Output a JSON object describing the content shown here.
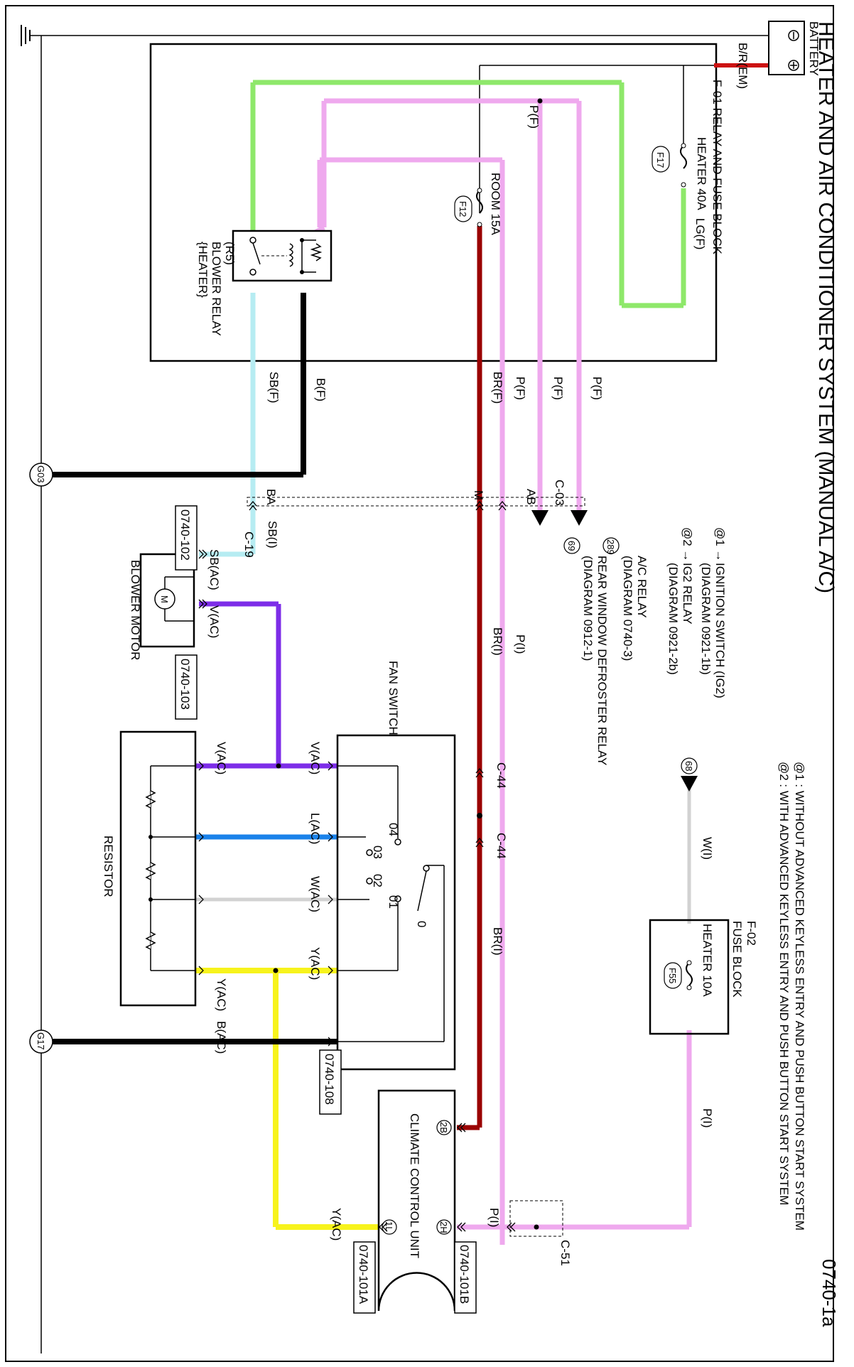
{
  "title": "HEATER AND AIR CONDITIONER SYSTEM (MANUAL A/C)",
  "page_number": "0740-1a",
  "notes": {
    "note1": "@1 : WITHOUT ADVANCED KEYLESS ENTRY AND PUSH BUTTON START SYSTEM",
    "note2": "@2 : WITH ADVANCED KEYLESS ENTRY AND PUSH BUTTON START SYSTEM"
  },
  "components": {
    "battery": "BATTERY",
    "relay_fuse_block": "F-01 RELAY AND FUSE BLOCK",
    "fuse_heater40": "HEATER 40A",
    "fuse_f17": "F17",
    "fuse_room15": "ROOM 15A",
    "fuse_f12": "F12",
    "blower_relay_id": "(R5)",
    "blower_relay": "BLOWER RELAY",
    "blower_relay_sub": "{HEATER}",
    "fuse_block_f02_id": "F-02",
    "fuse_block_f02": "FUSE BLOCK",
    "fuse_heater10": "HEATER 10A",
    "fuse_f55": "F55",
    "blower_motor": "BLOWER MOTOR",
    "motor_symbol": "M",
    "fan_switch": "FAN SWITCH",
    "resistor": "RESISTOR",
    "climate_control_unit": "CLIMATE CONTROL UNIT",
    "ground_g03": "G03",
    "ground_g17": "G17"
  },
  "references": {
    "ref1_prefix": "@1 →",
    "ref1_line1": "IGNITION SWITCH (IG2)",
    "ref1_line2": "(DIAGRAM 0921-1b)",
    "ref2_prefix": "@2 →",
    "ref2_line1": "IG2 RELAY",
    "ref2_line2": "(DIAGRAM 0921-2b)",
    "ac_relay_num": "289",
    "ac_relay": "A/C RELAY",
    "ac_relay_diag": "(DIAGRAM 0740-3)",
    "defroster_num": "69",
    "defroster": "REAR WINDOW DEFROSTER RELAY",
    "defroster_diag": "(DIAGRAM 0912-1)",
    "ref68_num": "68"
  },
  "connectors": {
    "c03": "C-03",
    "c03_ab": "AB",
    "c03_m": "M",
    "c03_ba": "BA",
    "c19": "C-19",
    "c44a": "C-44",
    "c44b": "C-44",
    "c51": "C-51",
    "conn_102": "0740-102",
    "conn_103": "0740-103",
    "conn_108": "0740-108",
    "conn_101a": "0740-101A",
    "conn_101b": "0740-101B",
    "pin_2b": "2B",
    "pin_2h": "2H",
    "pin_1l": "1L"
  },
  "wire_labels": {
    "br_em": "B/R(EM)",
    "pf_top": "P(F)",
    "lgf": "LG(F)",
    "sbf": "SB(F)",
    "bf": "B(F)",
    "brf": "BR(F)",
    "pf_1": "P(F)",
    "pf_2": "P(F)",
    "pf_3": "P(F)",
    "sbi": "SB(I)",
    "sbac": "SB(AC)",
    "vac_motor": "V(AC)",
    "bri_1": "BR(I)",
    "pi_1": "P(I)",
    "wi": "W(I)",
    "vac_res": "V(AC)",
    "vac_sw": "V(AC)",
    "lac": "L(AC)",
    "wac": "W(AC)",
    "yac_res": "Y(AC)",
    "yac_sw": "Y(AC)",
    "bac": "B(AC)",
    "bri_2": "BR(I)",
    "pi_2": "P(I)",
    "pi_3": "P(I)",
    "yac_ccu": "Y(AC)"
  },
  "switch_positions": [
    "04",
    "03",
    "02",
    "01",
    "0"
  ],
  "colors": {
    "red": "#cc1111",
    "dark_red": "#9a0000",
    "green": "#8ee86a",
    "pink": "#efa9ee",
    "light_blue": "#b6ecf2",
    "black": "#000000",
    "purple": "#7d2de8",
    "blue": "#1a82ea",
    "light_gray": "#d2d2d2",
    "yellow": "#f7f31c"
  }
}
